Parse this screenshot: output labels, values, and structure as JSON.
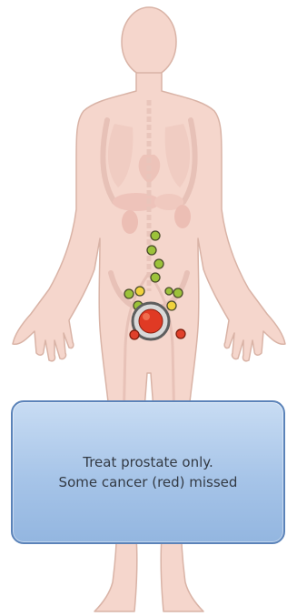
{
  "callout": {
    "line1": "Treat prostate only.",
    "line2": "Some cancer (red) missed"
  },
  "legend_colors": {
    "skin": "#f5d6cc",
    "skin_outline": "#d9b3a6",
    "organ": "#efbfba",
    "node_green": "#9cc23a",
    "node_yellow": "#f0d23c",
    "node_red": "#e0402a",
    "prostate_red": "#e03a24",
    "treatment_ring": "#6a6a6a",
    "callout_fill": "#a6c4e8",
    "callout_border": "#5b83b9"
  },
  "lymph_nodes": [
    {
      "color": "green"
    },
    {
      "color": "green"
    },
    {
      "color": "green"
    },
    {
      "color": "green"
    },
    {
      "color": "green"
    },
    {
      "color": "green"
    },
    {
      "color": "yellow"
    },
    {
      "color": "green"
    },
    {
      "color": "green"
    },
    {
      "color": "yellow"
    },
    {
      "color": "red"
    },
    {
      "color": "red"
    }
  ]
}
